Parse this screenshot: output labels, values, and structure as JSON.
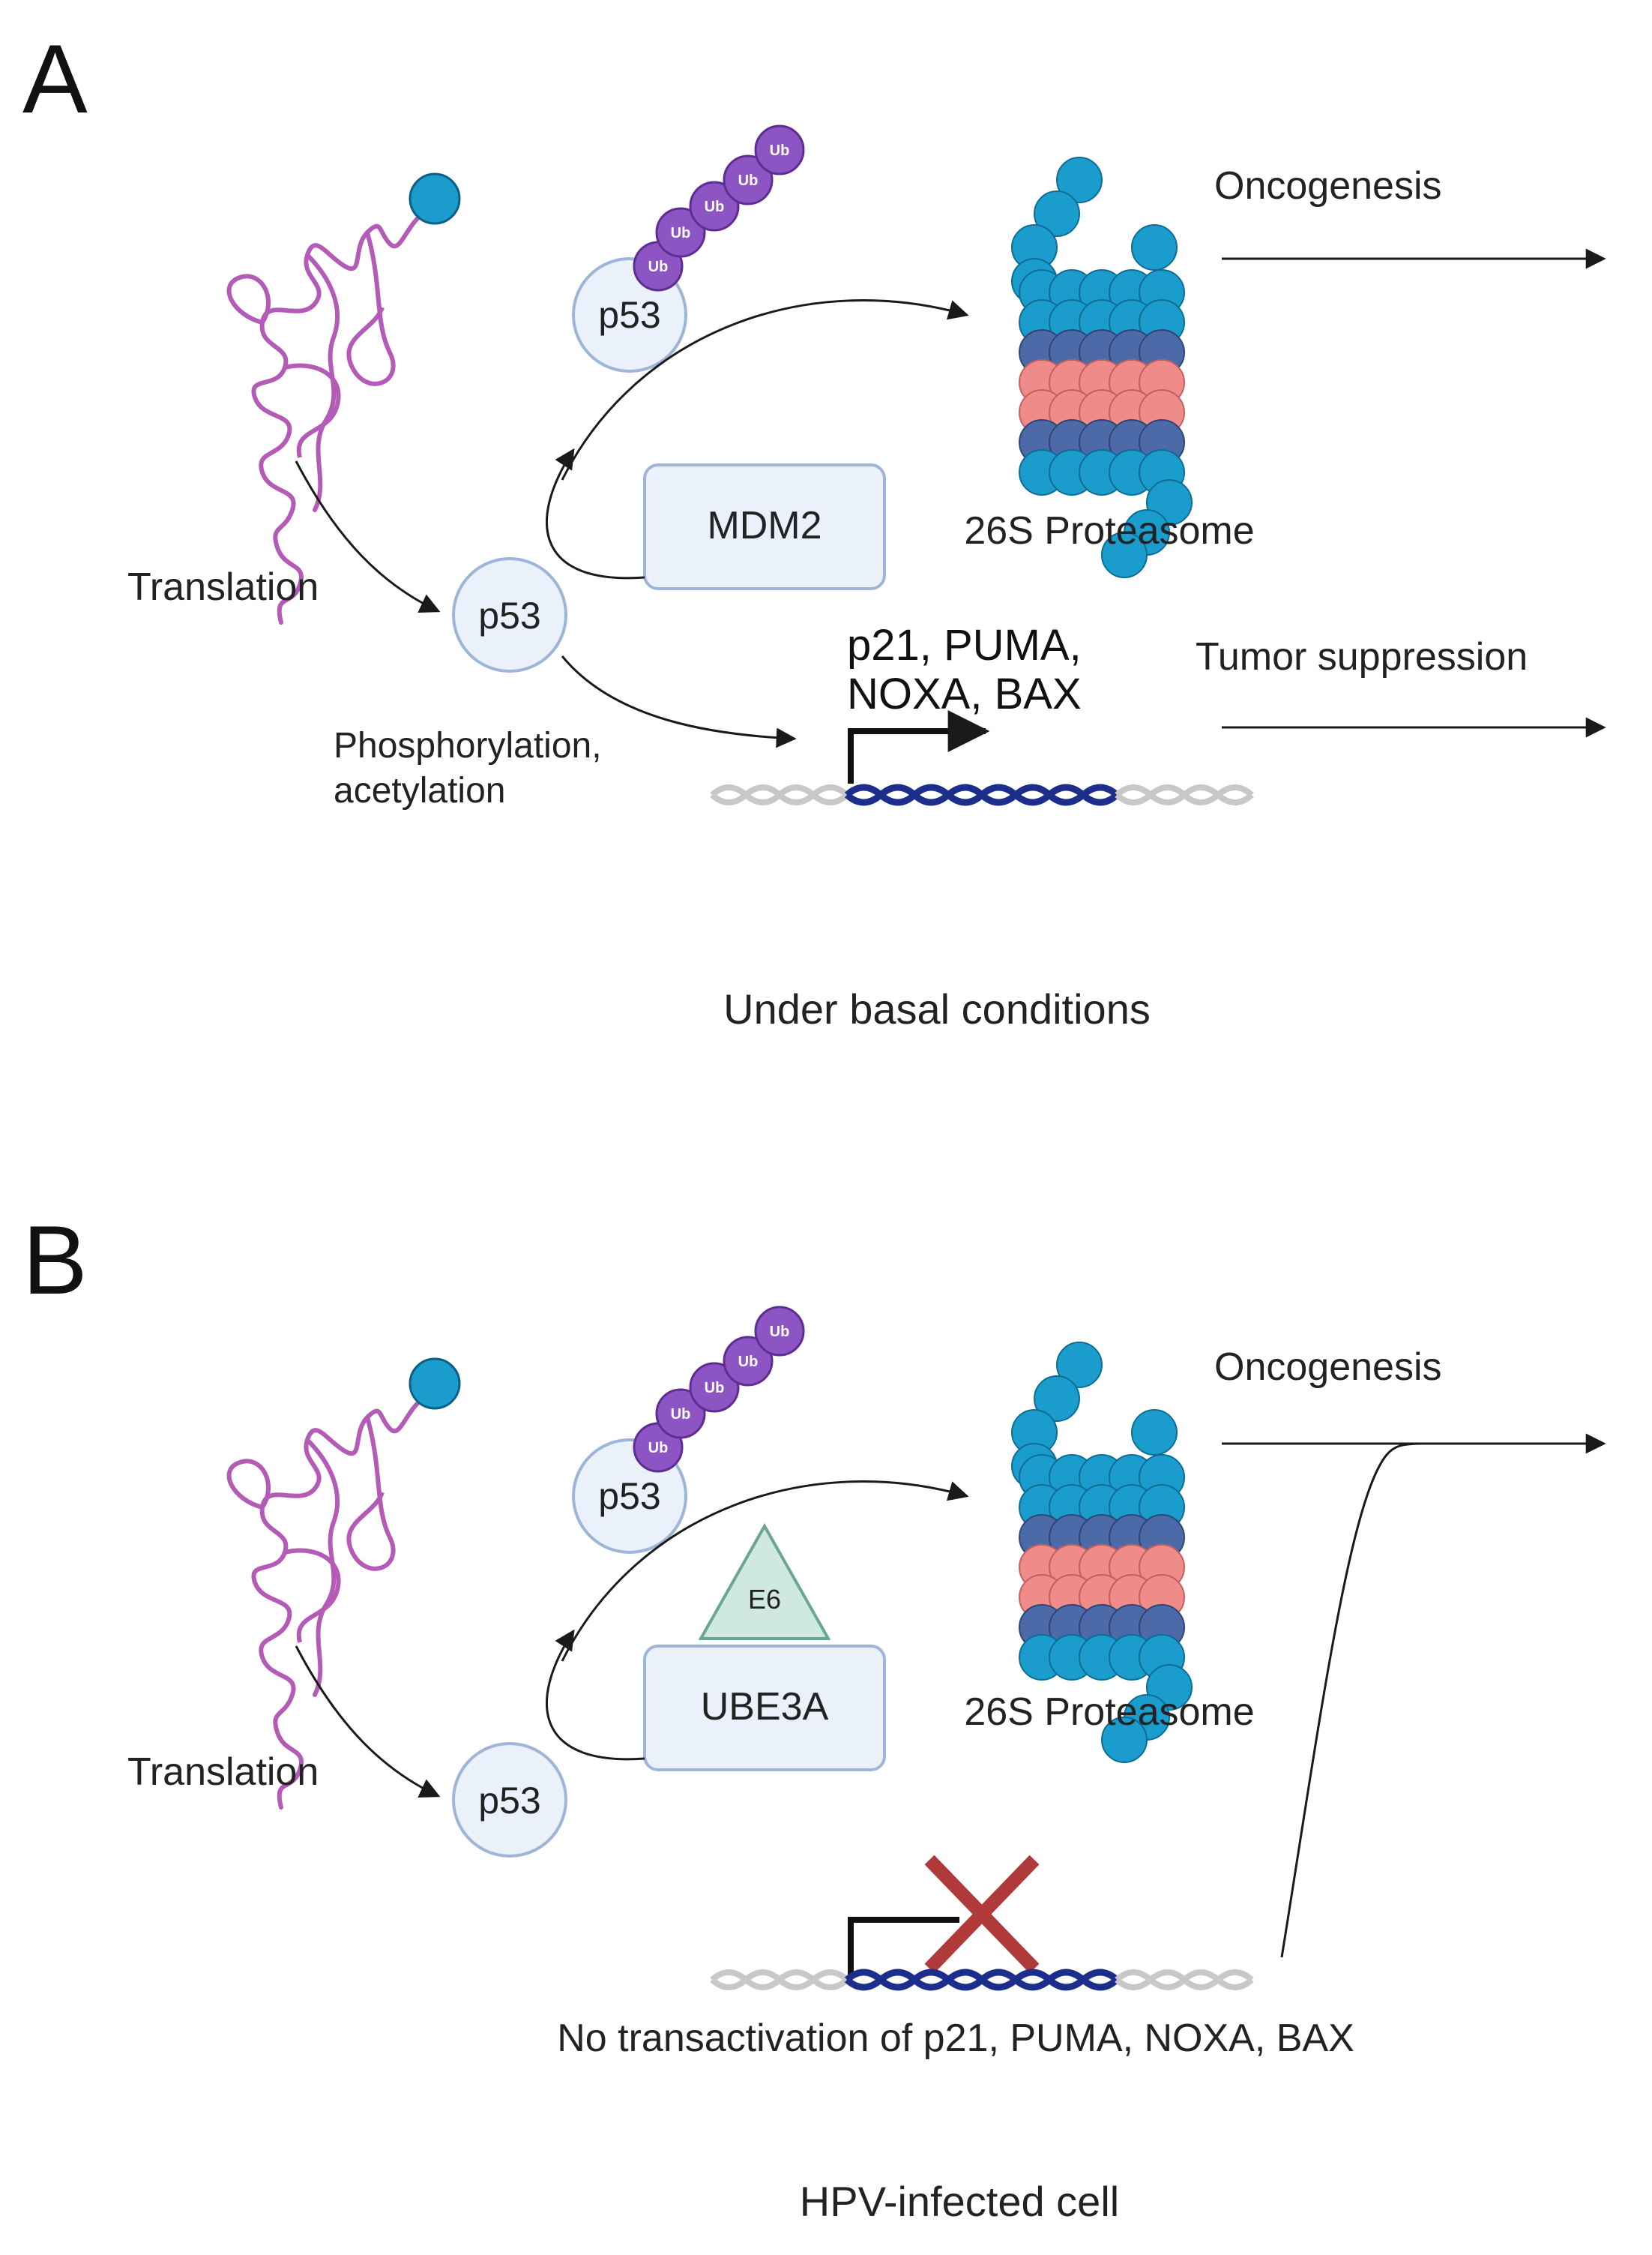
{
  "panel_a": {
    "letter": "A",
    "ub_label": "Ub",
    "p53_ub_label": "p53",
    "p53_label": "p53",
    "mdm2_label": "MDM2",
    "translation_label": "Translation",
    "proteasome_label": "26S Proteasome",
    "oncogenesis_label": "Oncogenesis",
    "tumor_suppression_label": "Tumor suppression",
    "genes_line1": "p21, PUMA,",
    "genes_line2": "NOXA, BAX",
    "modification_line1": "Phosphorylation,",
    "modification_line2": "acetylation",
    "caption": "Under basal conditions"
  },
  "panel_b": {
    "letter": "B",
    "ub_label": "Ub",
    "p53_ub_label": "p53",
    "p53_label": "p53",
    "e6_label": "E6",
    "ube3a_label": "UBE3A",
    "translation_label": "Translation",
    "proteasome_label": "26S Proteasome",
    "oncogenesis_label": "Oncogenesis",
    "no_transactivation_label": "No transactivation of p21, PUMA, NOXA, BAX",
    "caption": "HPV-infected cell"
  },
  "colors": {
    "protein_chain": "#b45bb8",
    "ub_bead": "#8d55c4",
    "p53_fill": "#eaf1fa",
    "p53_stroke": "#9db5d8",
    "box_fill": "#eaf1fa",
    "box_stroke": "#9db5d8",
    "proteasome_cap": "#1a9ccc",
    "proteasome_alpha": "#4c6aa8",
    "proteasome_beta": "#ef8b88",
    "dna_active": "#1c2e8c",
    "dna_inactive": "#c8c8c8",
    "block_cross": "#b03a3a",
    "e6_fill": "#cfe9e1"
  }
}
